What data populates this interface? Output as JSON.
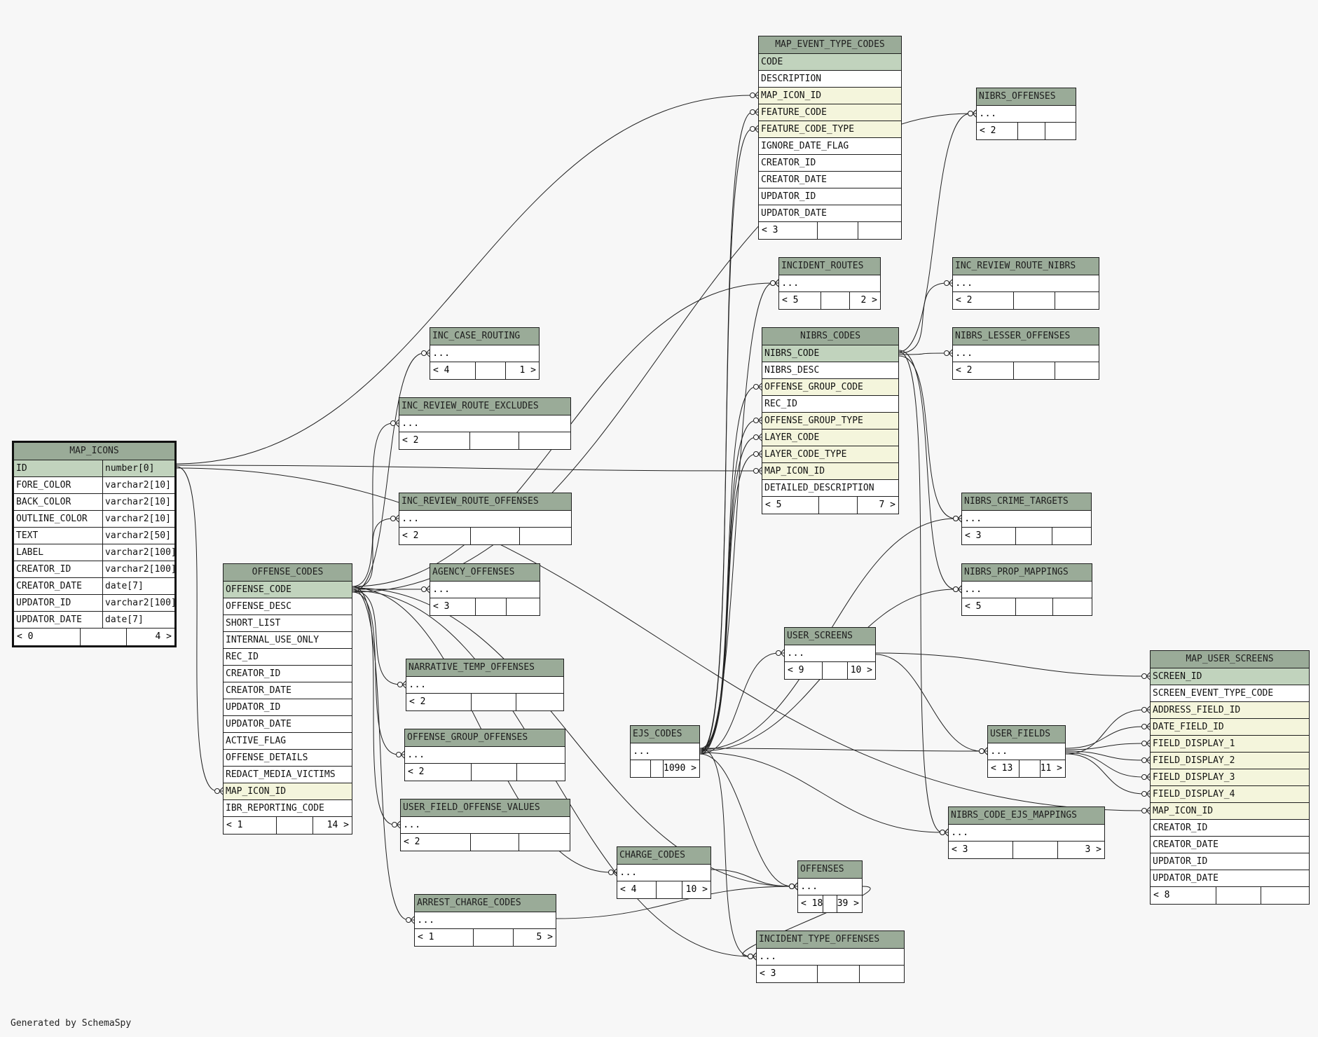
{
  "generator": "Generated by SchemaSpy",
  "tables": [
    {
      "id": "map_icons",
      "name": "MAP_ICONS",
      "selected": true,
      "columns": [
        {
          "name": "ID",
          "type": "number[0]",
          "key": "pk"
        },
        {
          "name": "FORE_COLOR",
          "type": "varchar2[10]"
        },
        {
          "name": "BACK_COLOR",
          "type": "varchar2[10]"
        },
        {
          "name": "OUTLINE_COLOR",
          "type": "varchar2[10]"
        },
        {
          "name": "TEXT",
          "type": "varchar2[50]"
        },
        {
          "name": "LABEL",
          "type": "varchar2[100]"
        },
        {
          "name": "CREATOR_ID",
          "type": "varchar2[100]"
        },
        {
          "name": "CREATOR_DATE",
          "type": "date[7]"
        },
        {
          "name": "UPDATOR_ID",
          "type": "varchar2[100]"
        },
        {
          "name": "UPDATOR_DATE",
          "type": "date[7]"
        }
      ],
      "footer": {
        "parents": "< 0",
        "rows": "",
        "children": "4 >"
      }
    },
    {
      "id": "offense_codes",
      "name": "OFFENSE_CODES",
      "columns": [
        {
          "name": "OFFENSE_CODE",
          "key": "pk"
        },
        {
          "name": "OFFENSE_DESC"
        },
        {
          "name": "SHORT_LIST"
        },
        {
          "name": "INTERNAL_USE_ONLY"
        },
        {
          "name": "REC_ID"
        },
        {
          "name": "CREATOR_ID"
        },
        {
          "name": "CREATOR_DATE"
        },
        {
          "name": "UPDATOR_ID"
        },
        {
          "name": "UPDATOR_DATE"
        },
        {
          "name": "ACTIVE_FLAG"
        },
        {
          "name": "OFFENSE_DETAILS"
        },
        {
          "name": "REDACT_MEDIA_VICTIMS"
        },
        {
          "name": "MAP_ICON_ID",
          "key": "fk"
        },
        {
          "name": "IBR_REPORTING_CODE"
        }
      ],
      "footer": {
        "parents": "< 1",
        "rows": "",
        "children": "14 >"
      }
    },
    {
      "id": "map_event_type_codes",
      "name": "MAP_EVENT_TYPE_CODES",
      "columns": [
        {
          "name": "CODE",
          "key": "pk"
        },
        {
          "name": "DESCRIPTION"
        },
        {
          "name": "MAP_ICON_ID",
          "key": "fk"
        },
        {
          "name": "FEATURE_CODE",
          "key": "fk"
        },
        {
          "name": "FEATURE_CODE_TYPE",
          "key": "fk"
        },
        {
          "name": "IGNORE_DATE_FLAG"
        },
        {
          "name": "CREATOR_ID"
        },
        {
          "name": "CREATOR_DATE"
        },
        {
          "name": "UPDATOR_ID"
        },
        {
          "name": "UPDATOR_DATE"
        }
      ],
      "footer": {
        "parents": "< 3",
        "rows": "",
        "children": ""
      }
    },
    {
      "id": "nibrs_codes",
      "name": "NIBRS_CODES",
      "columns": [
        {
          "name": "NIBRS_CODE",
          "key": "pk"
        },
        {
          "name": "NIBRS_DESC"
        },
        {
          "name": "OFFENSE_GROUP_CODE",
          "key": "fk"
        },
        {
          "name": "REC_ID"
        },
        {
          "name": "OFFENSE_GROUP_TYPE",
          "key": "fk"
        },
        {
          "name": "LAYER_CODE",
          "key": "fk"
        },
        {
          "name": "LAYER_CODE_TYPE",
          "key": "fk"
        },
        {
          "name": "MAP_ICON_ID",
          "key": "fk"
        },
        {
          "name": "DETAILED_DESCRIPTION"
        }
      ],
      "footer": {
        "parents": "< 5",
        "rows": "",
        "children": "7 >"
      }
    },
    {
      "id": "map_user_screens",
      "name": "MAP_USER_SCREENS",
      "columns": [
        {
          "name": "SCREEN_ID",
          "key": "pk"
        },
        {
          "name": "SCREEN_EVENT_TYPE_CODE"
        },
        {
          "name": "ADDRESS_FIELD_ID",
          "key": "fk"
        },
        {
          "name": "DATE_FIELD_ID",
          "key": "fk"
        },
        {
          "name": "FIELD_DISPLAY_1",
          "key": "fk"
        },
        {
          "name": "FIELD_DISPLAY_2",
          "key": "fk"
        },
        {
          "name": "FIELD_DISPLAY_3",
          "key": "fk"
        },
        {
          "name": "FIELD_DISPLAY_4",
          "key": "fk"
        },
        {
          "name": "MAP_ICON_ID",
          "key": "fk"
        },
        {
          "name": "CREATOR_ID"
        },
        {
          "name": "CREATOR_DATE"
        },
        {
          "name": "UPDATOR_ID"
        },
        {
          "name": "UPDATOR_DATE"
        }
      ],
      "footer": {
        "parents": "< 8",
        "rows": "",
        "children": ""
      }
    },
    {
      "id": "nibrs_offenses",
      "name": "NIBRS_OFFENSES",
      "columns": [
        {
          "name": "...",
          "key": "more"
        }
      ],
      "footer": {
        "parents": "< 2",
        "rows": "",
        "children": ""
      }
    },
    {
      "id": "incident_routes",
      "name": "INCIDENT_ROUTES",
      "columns": [
        {
          "name": "...",
          "key": "more"
        }
      ],
      "footer": {
        "parents": "< 5",
        "rows": "",
        "children": "2 >"
      }
    },
    {
      "id": "inc_review_route_nibrs",
      "name": "INC_REVIEW_ROUTE_NIBRS",
      "columns": [
        {
          "name": "...",
          "key": "more"
        }
      ],
      "footer": {
        "parents": "< 2",
        "rows": "",
        "children": ""
      }
    },
    {
      "id": "nibrs_lesser_offenses",
      "name": "NIBRS_LESSER_OFFENSES",
      "columns": [
        {
          "name": "...",
          "key": "more"
        }
      ],
      "footer": {
        "parents": "< 2",
        "rows": "",
        "children": ""
      }
    },
    {
      "id": "inc_case_routing",
      "name": "INC_CASE_ROUTING",
      "columns": [
        {
          "name": "...",
          "key": "more"
        }
      ],
      "footer": {
        "parents": "< 4",
        "rows": "",
        "children": "1 >"
      }
    },
    {
      "id": "inc_review_route_excludes",
      "name": "INC_REVIEW_ROUTE_EXCLUDES",
      "columns": [
        {
          "name": "...",
          "key": "more"
        }
      ],
      "footer": {
        "parents": "< 2",
        "rows": "",
        "children": ""
      }
    },
    {
      "id": "inc_review_route_offenses",
      "name": "INC_REVIEW_ROUTE_OFFENSES",
      "columns": [
        {
          "name": "...",
          "key": "more"
        }
      ],
      "footer": {
        "parents": "< 2",
        "rows": "",
        "children": ""
      }
    },
    {
      "id": "agency_offenses",
      "name": "AGENCY_OFFENSES",
      "columns": [
        {
          "name": "...",
          "key": "more"
        }
      ],
      "footer": {
        "parents": "< 3",
        "rows": "",
        "children": ""
      }
    },
    {
      "id": "narrative_temp_offenses",
      "name": "NARRATIVE_TEMP_OFFENSES",
      "columns": [
        {
          "name": "...",
          "key": "more"
        }
      ],
      "footer": {
        "parents": "< 2",
        "rows": "",
        "children": ""
      }
    },
    {
      "id": "offense_group_offenses",
      "name": "OFFENSE_GROUP_OFFENSES",
      "columns": [
        {
          "name": "...",
          "key": "more"
        }
      ],
      "footer": {
        "parents": "< 2",
        "rows": "",
        "children": ""
      }
    },
    {
      "id": "user_field_offense_values",
      "name": "USER_FIELD_OFFENSE_VALUES",
      "columns": [
        {
          "name": "...",
          "key": "more"
        }
      ],
      "footer": {
        "parents": "< 2",
        "rows": "",
        "children": ""
      }
    },
    {
      "id": "charge_codes",
      "name": "CHARGE_CODES",
      "columns": [
        {
          "name": "...",
          "key": "more"
        }
      ],
      "footer": {
        "parents": "< 4",
        "rows": "",
        "children": "10 >"
      }
    },
    {
      "id": "arrest_charge_codes",
      "name": "ARREST_CHARGE_CODES",
      "columns": [
        {
          "name": "...",
          "key": "more"
        }
      ],
      "footer": {
        "parents": "< 1",
        "rows": "",
        "children": "5 >"
      }
    },
    {
      "id": "nibrs_crime_targets",
      "name": "NIBRS_CRIME_TARGETS",
      "columns": [
        {
          "name": "...",
          "key": "more"
        }
      ],
      "footer": {
        "parents": "< 3",
        "rows": "",
        "children": ""
      }
    },
    {
      "id": "nibrs_prop_mappings",
      "name": "NIBRS_PROP_MAPPINGS",
      "columns": [
        {
          "name": "...",
          "key": "more"
        }
      ],
      "footer": {
        "parents": "< 5",
        "rows": "",
        "children": ""
      }
    },
    {
      "id": "user_screens",
      "name": "USER_SCREENS",
      "columns": [
        {
          "name": "...",
          "key": "more"
        }
      ],
      "footer": {
        "parents": "< 9",
        "rows": "",
        "children": "10 >"
      }
    },
    {
      "id": "ejs_codes",
      "name": "EJS_CODES",
      "columns": [
        {
          "name": "...",
          "key": "more"
        }
      ],
      "footer": {
        "parents": "",
        "rows": "",
        "children": "1090 >"
      }
    },
    {
      "id": "user_fields",
      "name": "USER_FIELDS",
      "columns": [
        {
          "name": "...",
          "key": "more"
        }
      ],
      "footer": {
        "parents": "< 13",
        "rows": "",
        "children": "11 >"
      }
    },
    {
      "id": "nibrs_code_ejs_mappings",
      "name": "NIBRS_CODE_EJS_MAPPINGS",
      "columns": [
        {
          "name": "...",
          "key": "more"
        }
      ],
      "footer": {
        "parents": "< 3",
        "rows": "",
        "children": "3 >"
      }
    },
    {
      "id": "offenses",
      "name": "OFFENSES",
      "columns": [
        {
          "name": "...",
          "key": "more"
        }
      ],
      "footer": {
        "parents": "< 18",
        "rows": "",
        "children": "39 >"
      }
    },
    {
      "id": "incident_type_offenses",
      "name": "INCIDENT_TYPE_OFFENSES",
      "columns": [
        {
          "name": "...",
          "key": "more"
        }
      ],
      "footer": {
        "parents": "< 3",
        "rows": "",
        "children": ""
      }
    }
  ],
  "relationships": [
    {
      "from": "map_icons",
      "to": "map_event_type_codes",
      "row": 2
    },
    {
      "from": "map_icons",
      "to": "nibrs_codes",
      "row": 7
    },
    {
      "from": "map_icons",
      "to": "offense_codes",
      "row": 12
    },
    {
      "from": "map_icons",
      "to": "map_user_screens",
      "row": 8
    },
    {
      "from": "offense_codes",
      "to": "inc_case_routing"
    },
    {
      "from": "offense_codes",
      "to": "inc_review_route_excludes"
    },
    {
      "from": "offense_codes",
      "to": "inc_review_route_offenses"
    },
    {
      "from": "offense_codes",
      "to": "agency_offenses"
    },
    {
      "from": "offense_codes",
      "to": "narrative_temp_offenses"
    },
    {
      "from": "offense_codes",
      "to": "offense_group_offenses"
    },
    {
      "from": "offense_codes",
      "to": "user_field_offense_values"
    },
    {
      "from": "offense_codes",
      "to": "charge_codes"
    },
    {
      "from": "offense_codes",
      "to": "arrest_charge_codes"
    },
    {
      "from": "offense_codes",
      "to": "incident_type_offenses"
    },
    {
      "from": "offense_codes",
      "to": "nibrs_offenses"
    },
    {
      "from": "offense_codes",
      "to": "incident_routes"
    },
    {
      "from": "offense_codes",
      "to": "offenses"
    },
    {
      "from": "ejs_codes",
      "to": "map_event_type_codes",
      "row": 3
    },
    {
      "from": "ejs_codes",
      "to": "map_event_type_codes",
      "row": 4
    },
    {
      "from": "ejs_codes",
      "to": "nibrs_codes",
      "row": 2
    },
    {
      "from": "ejs_codes",
      "to": "nibrs_codes",
      "row": 4
    },
    {
      "from": "ejs_codes",
      "to": "nibrs_codes",
      "row": 5
    },
    {
      "from": "ejs_codes",
      "to": "nibrs_codes",
      "row": 6
    },
    {
      "from": "ejs_codes",
      "to": "incident_routes"
    },
    {
      "from": "ejs_codes",
      "to": "user_screens"
    },
    {
      "from": "ejs_codes",
      "to": "user_fields"
    },
    {
      "from": "ejs_codes",
      "to": "nibrs_crime_targets"
    },
    {
      "from": "ejs_codes",
      "to": "nibrs_prop_mappings"
    },
    {
      "from": "ejs_codes",
      "to": "nibrs_code_ejs_mappings"
    },
    {
      "from": "ejs_codes",
      "to": "offenses"
    },
    {
      "from": "ejs_codes",
      "to": "incident_type_offenses"
    },
    {
      "from": "nibrs_codes",
      "to": "nibrs_offenses"
    },
    {
      "from": "nibrs_codes",
      "to": "inc_review_route_nibrs"
    },
    {
      "from": "nibrs_codes",
      "to": "nibrs_lesser_offenses"
    },
    {
      "from": "nibrs_codes",
      "to": "nibrs_crime_targets"
    },
    {
      "from": "nibrs_codes",
      "to": "nibrs_prop_mappings"
    },
    {
      "from": "nibrs_codes",
      "to": "nibrs_code_ejs_mappings"
    },
    {
      "from": "user_screens",
      "to": "map_user_screens",
      "row": 0
    },
    {
      "from": "user_screens",
      "to": "user_fields"
    },
    {
      "from": "user_fields",
      "to": "map_user_screens",
      "row": 2
    },
    {
      "from": "user_fields",
      "to": "map_user_screens",
      "row": 3
    },
    {
      "from": "user_fields",
      "to": "map_user_screens",
      "row": 4
    },
    {
      "from": "user_fields",
      "to": "map_user_screens",
      "row": 5
    },
    {
      "from": "user_fields",
      "to": "map_user_screens",
      "row": 6
    },
    {
      "from": "user_fields",
      "to": "map_user_screens",
      "row": 7
    },
    {
      "from": "charge_codes",
      "to": "offenses"
    },
    {
      "from": "arrest_charge_codes",
      "to": "offenses"
    },
    {
      "from": "offenses",
      "to": "incident_type_offenses"
    }
  ]
}
